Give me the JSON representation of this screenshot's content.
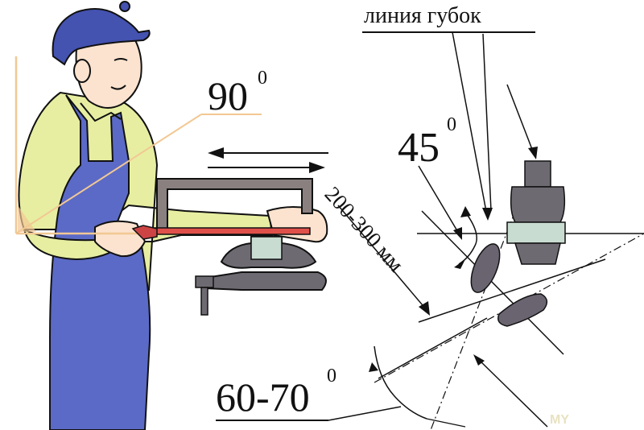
{
  "labels": {
    "jaw_line": "линия губок",
    "angle_90": "90",
    "angle_90_sup": "0",
    "angle_45": "45",
    "angle_45_sup": "0",
    "distance": "200-300 мм",
    "angle_60_70": "60-70",
    "angle_60_70_sup": "0",
    "watermark": "MY"
  },
  "colors": {
    "line": "#111111",
    "right_angle_guide": "#f2c894",
    "shirt": "#e7eea1",
    "overalls": "#5b6ac6",
    "cap": "#4452b0",
    "skin": "#fbe3cf",
    "hacksaw_frame": "#8a8080",
    "hacksaw_blade": "#e0504a",
    "vise_body": "#6e6a72",
    "vise_jaw": "#c9dcd2",
    "workpiece": "#6a6470"
  }
}
